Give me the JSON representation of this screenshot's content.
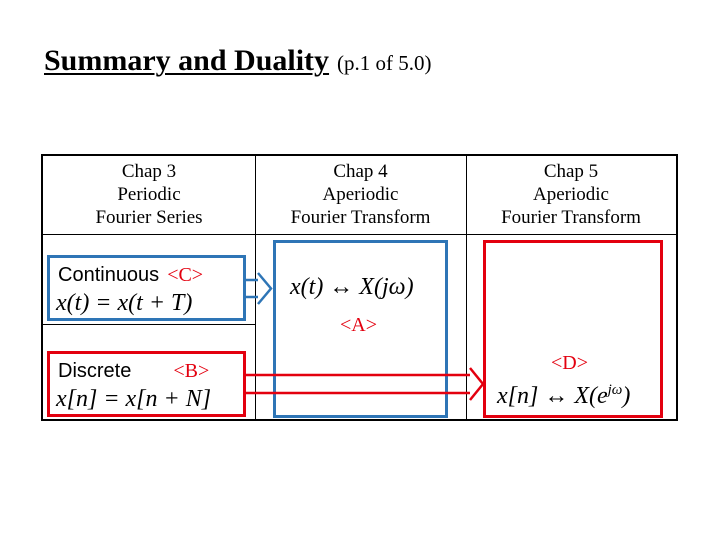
{
  "title": {
    "main": "Summary and Duality",
    "sub": "(p.1 of 5.0)"
  },
  "columns": [
    {
      "line1": "Chap 3",
      "line2": "Periodic",
      "line3": "Fourier Series"
    },
    {
      "line1": "Chap 4",
      "line2": "Aperiodic",
      "line3": "Fourier Transform"
    },
    {
      "line1": "Chap 5",
      "line2": "Aperiodic",
      "line3": "Fourier Transform"
    }
  ],
  "cells": {
    "continuous_label": "Continuous",
    "continuous_tag": "<C>",
    "continuous_eq": "x(t) = x(t + T)",
    "discrete_label": "Discrete",
    "discrete_tag": "<B>",
    "discrete_eq": "x[n] = x[n + N]",
    "ft_eq": "x(t) ↔ X(jω)",
    "ft_tag": "<A>",
    "dtft_tag": "<D>",
    "dtft_eq": "x[n] ↔ X(e",
    "dtft_sup": "jω",
    "dtft_close": ")"
  },
  "colors": {
    "blue": "#2e75b6",
    "red": "#e3000f"
  }
}
